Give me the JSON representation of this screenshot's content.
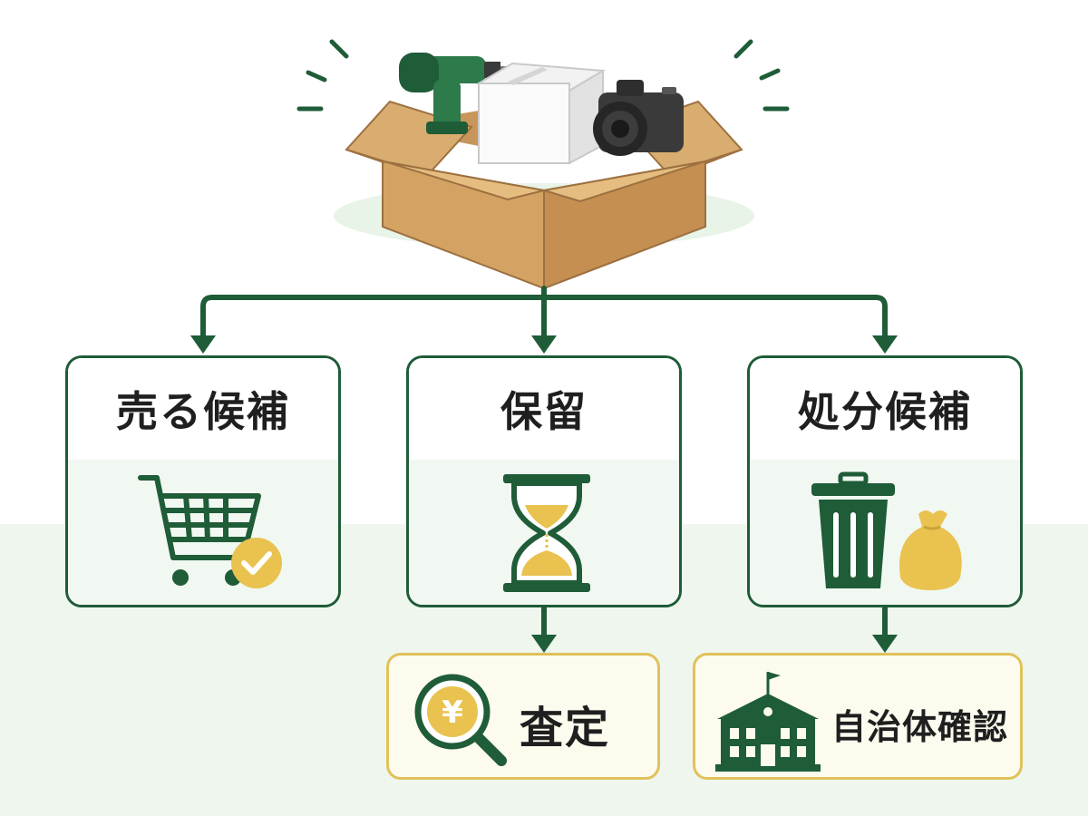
{
  "colors": {
    "green": "#1f5c38",
    "yellow": "#e9c24f",
    "cardboard": "#d8ab6c",
    "light_green": "#f1f8f1"
  },
  "source": {
    "icon": "cardboard-box-with-drill-package-camera-icon"
  },
  "branches": [
    {
      "label": "売る候補",
      "icon": "shopping-cart-check-icon"
    },
    {
      "label": "保留",
      "icon": "hourglass-icon"
    },
    {
      "label": "処分候補",
      "icon": "trash-can-garbage-bag-icon"
    }
  ],
  "next_steps": [
    {
      "label": "査定",
      "icon": "yen-magnifier-icon"
    },
    {
      "label": "自治体確認",
      "icon": "city-hall-icon"
    }
  ]
}
